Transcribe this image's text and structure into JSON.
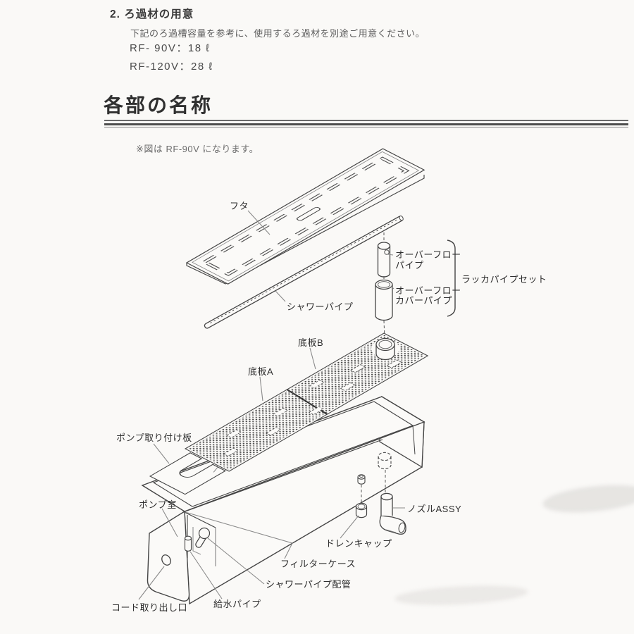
{
  "theme": {
    "paper": "#faf9f7",
    "ink": "#3a3a3a",
    "line": "#444444",
    "leader": "#8a8a8a"
  },
  "section1": {
    "title": "2. ろ過材の用意",
    "body": "下記のろ過槽容量を参考に、使用するろ過材を別途ご用意ください。",
    "spec_rf90": "RF- 90V：18 ℓ",
    "spec_rf120": "RF-120V：28 ℓ"
  },
  "section2": {
    "title": "各部の名称",
    "note": "※図は RF-90V になります。"
  },
  "diagram": {
    "labels": {
      "futa": "フタ",
      "shower_pipe": "シャワーパイプ",
      "overflow_pipe_1": "オーバーフロー",
      "overflow_pipe_2": "パイプ",
      "overflow_cover_1": "オーバーフロー",
      "overflow_cover_2": "カバーパイプ",
      "racka_pipe_set": "ラッカパイプセット",
      "bottom_plate_b": "底板B",
      "bottom_plate_a": "底板A",
      "pump_mount_plate": "ポンプ取り付け板",
      "pump_room": "ポンプ室",
      "nozzle_assy": "ノズルASSY",
      "drain_cap": "ドレンキャップ",
      "filter_case": "フィルターケース",
      "shower_pipe_hose": "シャワーパイプ配管",
      "supply_pipe": "給水パイプ",
      "cord_outlet": "コード取り出し口"
    }
  }
}
